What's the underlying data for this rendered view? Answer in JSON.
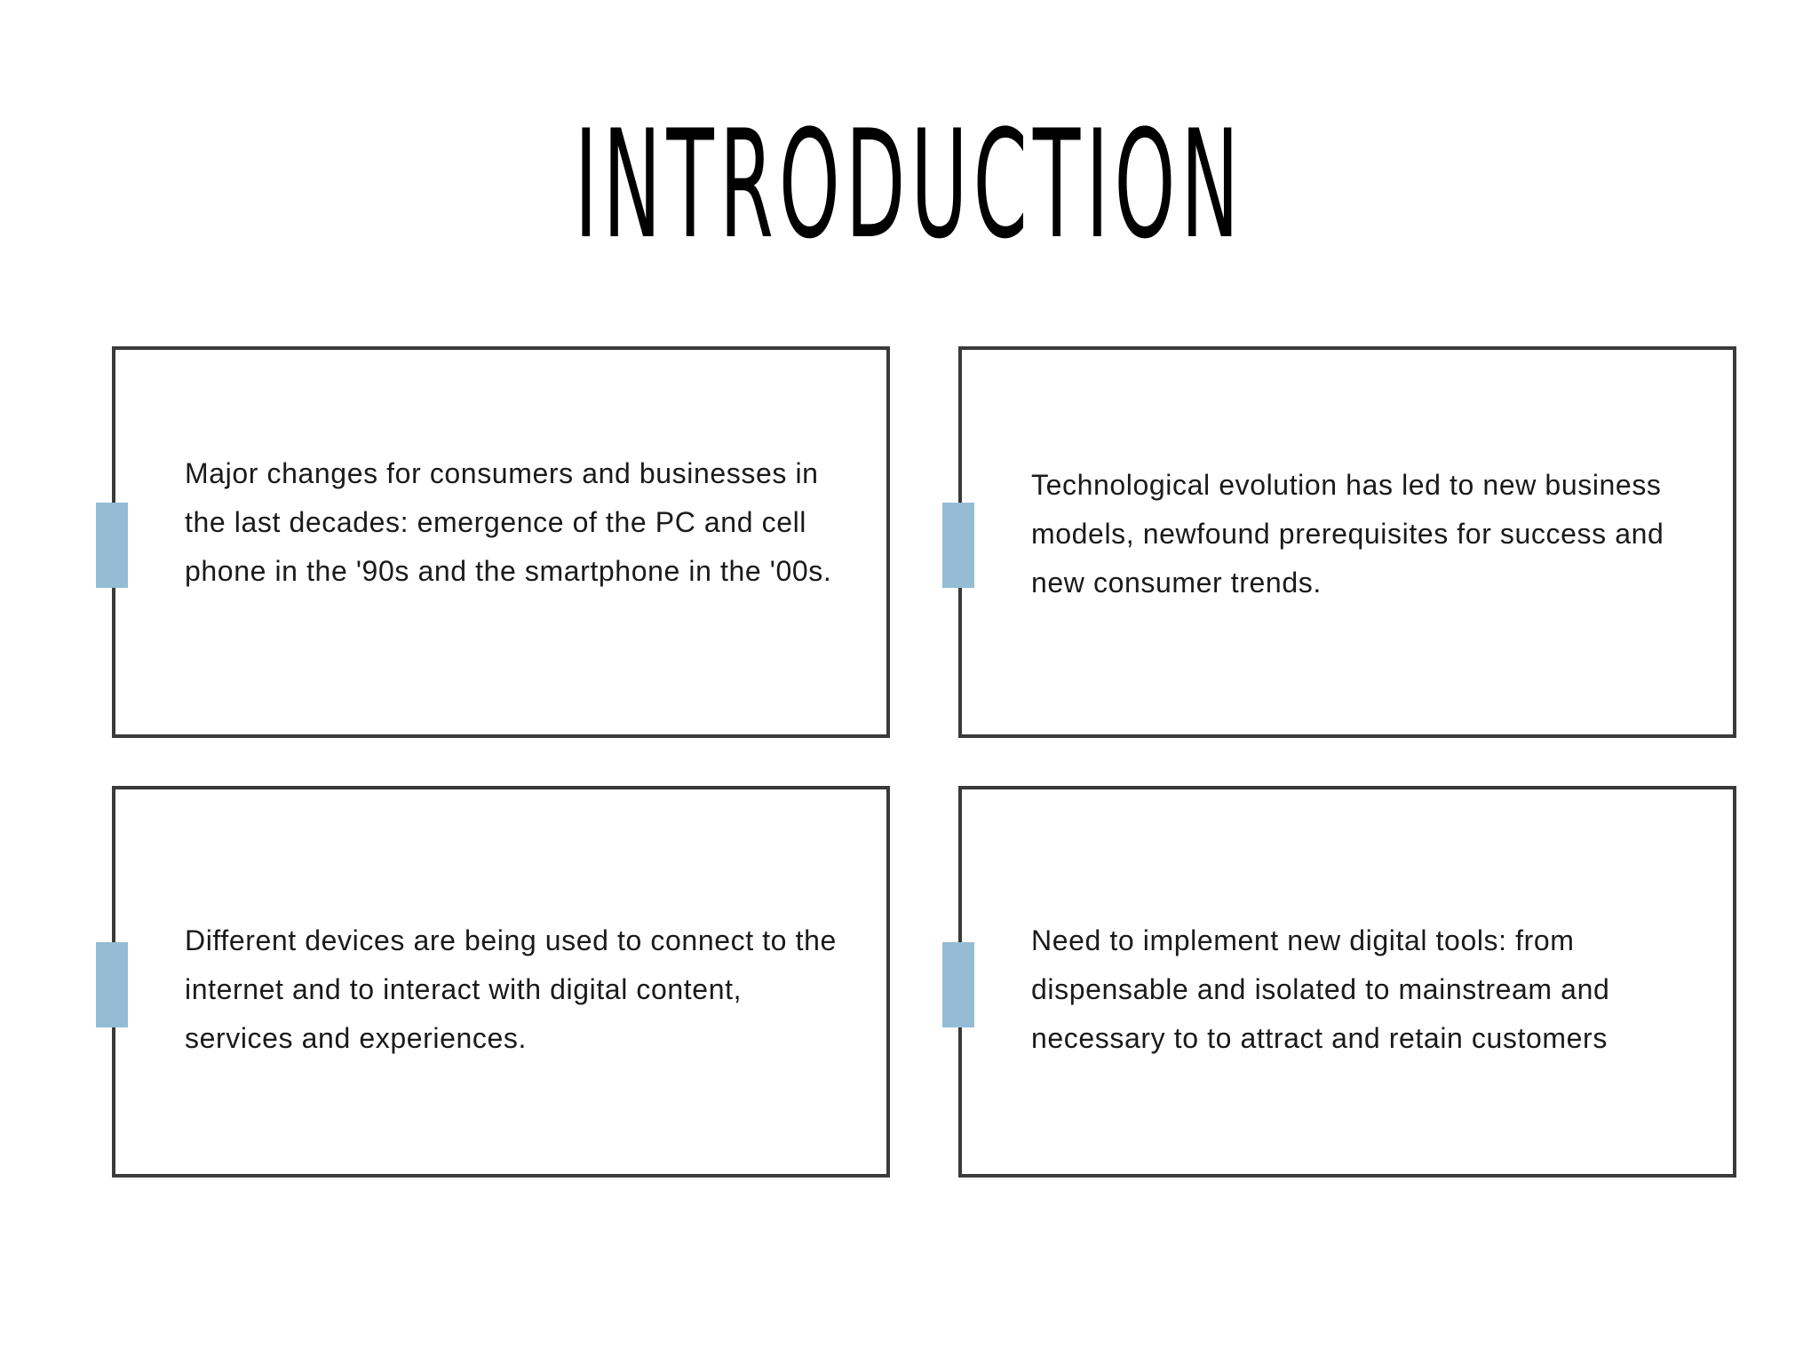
{
  "slide": {
    "title": "INTRODUCTION",
    "accent_color": "#94bcd4",
    "border_color": "#3a3a3a",
    "cards": [
      {
        "text": "Major changes for consumers and businesses in the last decades: emergence of the PC and cell phone in the '90s and the smartphone in the '00s."
      },
      {
        "text": "Technological evolution has led to new business models, newfound prerequisites for success and new consumer trends."
      },
      {
        "text": "Different devices are being used to connect to the internet and to interact with digital content, services and experiences."
      },
      {
        "text": "Need to implement new digital tools: from dispensable and isolated to mainstream and necessary to to attract and retain customers"
      }
    ]
  }
}
